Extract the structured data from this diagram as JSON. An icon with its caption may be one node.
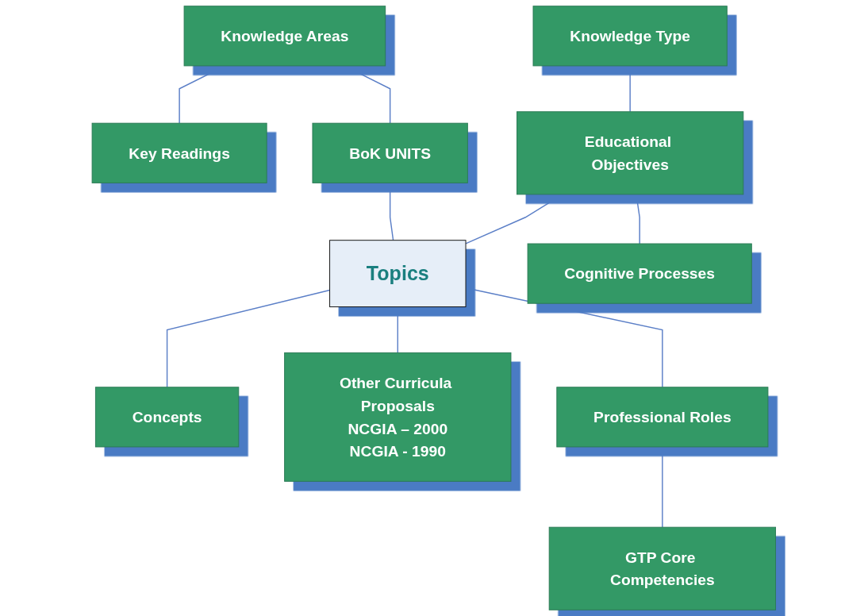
{
  "diagram": {
    "nodes": [
      {
        "text": [
          "Knowledge Areas"
        ]
      },
      {
        "text": [
          "Key Readings"
        ]
      },
      {
        "text": [
          "BoK UNITS"
        ]
      },
      {
        "text": [
          "Knowledge Type"
        ]
      },
      {
        "text": [
          "Educational Objectives"
        ]
      },
      {
        "text": [
          "Topics"
        ]
      },
      {
        "text": [
          "Concepts"
        ]
      },
      {
        "text": [
          "Cognitive Processes"
        ]
      },
      {
        "text": [
          "Other Curricula Proposals",
          "NCGIA – 2000",
          "NCGIA - 1990"
        ]
      },
      {
        "text": [
          "Professional Roles"
        ]
      },
      {
        "text": [
          "GTP Core Competencies"
        ]
      }
    ],
    "edges": [
      {
        "from": 0,
        "to": 1,
        "arrow": "none"
      },
      {
        "from": 0,
        "to": 2,
        "arrow": "none"
      },
      {
        "from": 2,
        "to": 5,
        "arrow": "none"
      },
      {
        "from": 3,
        "to": 4,
        "arrow": "none"
      },
      {
        "from": 4,
        "to": 7,
        "arrow": "none"
      },
      {
        "from": 4,
        "to": 5,
        "arrow": "none"
      },
      {
        "from": 5,
        "to": 6,
        "arrow": "none"
      },
      {
        "from": 5,
        "to": 8,
        "arrow": "none"
      },
      {
        "from": 5,
        "to": 9,
        "arrow": "none"
      },
      {
        "from": 9,
        "to": 10,
        "arrow": "none"
      }
    ]
  }
}
